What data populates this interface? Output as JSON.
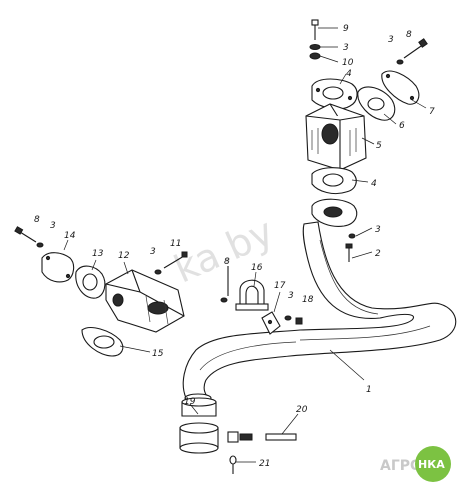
{
  "watermark": {
    "text": "ka.by",
    "logo_left": "АГРО",
    "logo_circle": "НКА",
    "logo_color": "#7cc242"
  },
  "callouts": {
    "c1": "1",
    "c2": "2",
    "c3a": "3",
    "c3b": "3",
    "c3c": "3",
    "c3d": "3",
    "c3e": "3",
    "c3f": "3",
    "c4a": "4",
    "c4b": "4",
    "c5": "5",
    "c6": "6",
    "c7": "7",
    "c8a": "8",
    "c8b": "8",
    "c8c": "8",
    "c9": "9",
    "c10": "10",
    "c11": "11",
    "c12": "12",
    "c13": "13",
    "c14": "14",
    "c15": "15",
    "c16": "16",
    "c17": "17",
    "c18": "18",
    "c19": "19",
    "c20": "20",
    "c21": "21"
  }
}
